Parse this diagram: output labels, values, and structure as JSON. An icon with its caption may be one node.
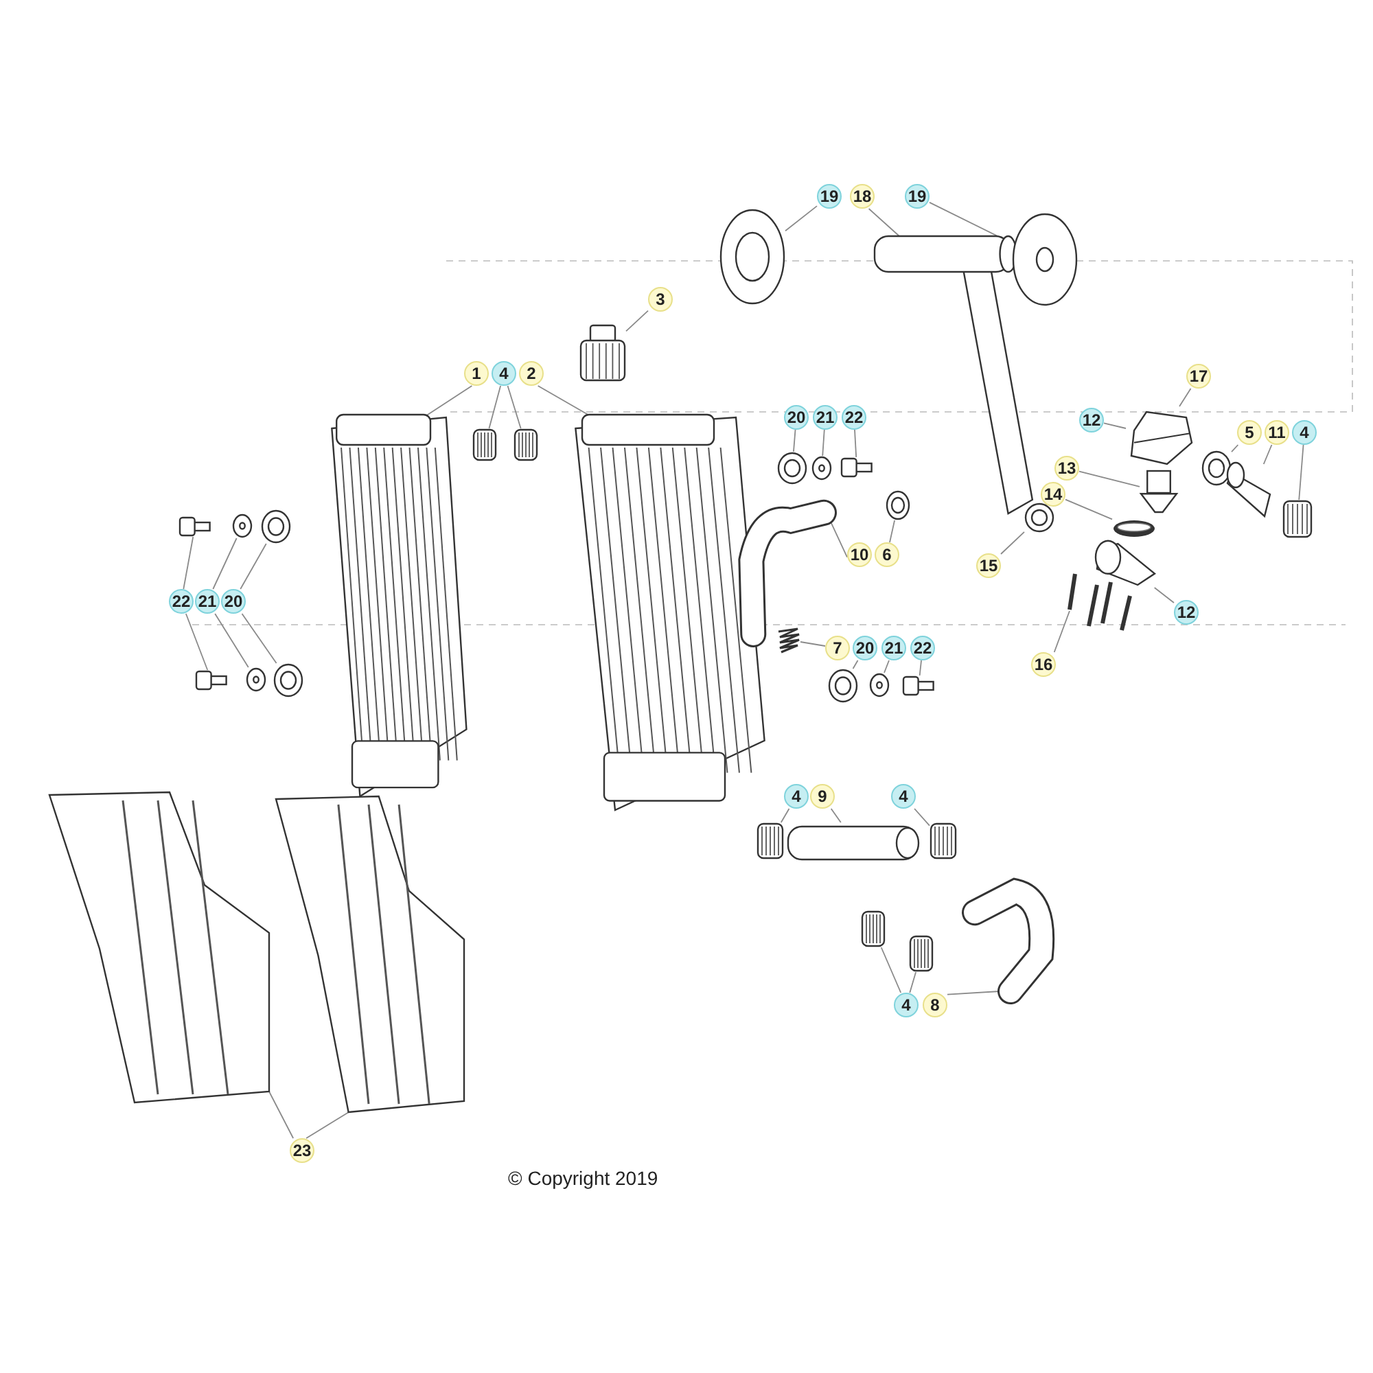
{
  "diagram": {
    "caption": "© Copyright 2019",
    "nodes": [
      {
        "text": [
          "19"
        ]
      },
      {
        "text": [
          "18"
        ]
      },
      {
        "text": [
          "19"
        ]
      },
      {
        "text": [
          "3"
        ]
      },
      {
        "text": [
          "17"
        ]
      },
      {
        "text": [
          "1"
        ]
      },
      {
        "text": [
          "4"
        ]
      },
      {
        "text": [
          "2"
        ]
      },
      {
        "text": [
          "20"
        ]
      },
      {
        "text": [
          "21"
        ]
      },
      {
        "text": [
          "22"
        ]
      },
      {
        "text": [
          "12"
        ]
      },
      {
        "text": [
          "5"
        ]
      },
      {
        "text": [
          "11"
        ]
      },
      {
        "text": [
          "4"
        ]
      },
      {
        "text": [
          "13"
        ]
      },
      {
        "text": [
          "14"
        ]
      },
      {
        "text": [
          "10"
        ]
      },
      {
        "text": [
          "6"
        ]
      },
      {
        "text": [
          "15"
        ]
      },
      {
        "text": [
          "12"
        ]
      },
      {
        "text": [
          "22"
        ]
      },
      {
        "text": [
          "21"
        ]
      },
      {
        "text": [
          "20"
        ]
      },
      {
        "text": [
          "16"
        ]
      },
      {
        "text": [
          "7"
        ]
      },
      {
        "text": [
          "20"
        ]
      },
      {
        "text": [
          "21"
        ]
      },
      {
        "text": [
          "22"
        ]
      },
      {
        "text": [
          "4"
        ]
      },
      {
        "text": [
          "9"
        ]
      },
      {
        "text": [
          "4"
        ]
      },
      {
        "text": [
          "4"
        ]
      },
      {
        "text": [
          "8"
        ]
      },
      {
        "text": [
          "23"
        ]
      },
      {
        "text": [],
        "shape": "picture"
      },
      {
        "text": [],
        "shape": "picture"
      },
      {
        "text": [],
        "shape": "picture"
      },
      {
        "text": [],
        "shape": "picture"
      },
      {
        "text": [],
        "shape": "picture"
      },
      {
        "text": [],
        "shape": "picture"
      },
      {
        "text": [],
        "shape": "picture"
      },
      {
        "text": [],
        "shape": "picture"
      },
      {
        "text": [],
        "shape": "picture"
      },
      {
        "text": [],
        "shape": "picture"
      },
      {
        "text": [],
        "shape": "picture"
      },
      {
        "text": [],
        "shape": "picture"
      },
      {
        "text": [],
        "shape": "picture"
      },
      {
        "text": [],
        "shape": "picture"
      },
      {
        "text": [],
        "shape": "picture"
      },
      {
        "text": [],
        "shape": "picture"
      },
      {
        "text": [],
        "shape": "picture"
      },
      {
        "text": [],
        "shape": "picture"
      },
      {
        "text": [],
        "shape": "picture"
      },
      {
        "text": [],
        "shape": "picture"
      },
      {
        "text": [],
        "shape": "picture"
      },
      {
        "text": [],
        "shape": "picture"
      },
      {
        "text": [],
        "shape": "picture"
      },
      {
        "text": [],
        "shape": "picture"
      },
      {
        "text": [],
        "shape": "picture"
      },
      {
        "text": [],
        "shape": "picture"
      },
      {
        "text": [],
        "shape": "picture"
      },
      {
        "text": [],
        "shape": "picture"
      },
      {
        "text": [],
        "shape": "picture"
      },
      {
        "text": [],
        "shape": "picture"
      },
      {
        "text": [],
        "shape": "picture"
      },
      {
        "text": [],
        "shape": "picture"
      },
      {
        "text": [],
        "shape": "picture"
      },
      {
        "text": [],
        "shape": "picture"
      },
      {
        "text": [],
        "shape": "picture"
      },
      {
        "text": [],
        "shape": "picture"
      },
      {
        "text": [],
        "shape": "picture"
      },
      {
        "text": [],
        "shape": "picture"
      },
      {
        "text": [],
        "shape": "picture"
      },
      {
        "text": [],
        "shape": "picture"
      }
    ],
    "edges": [
      {
        "from": 0,
        "to": 35,
        "arrow": "none"
      },
      {
        "from": 1,
        "to": 36,
        "arrow": "none"
      },
      {
        "from": 2,
        "to": 37,
        "arrow": "none"
      },
      {
        "from": 3,
        "to": 38,
        "arrow": "none"
      },
      {
        "from": 4,
        "to": 46,
        "arrow": "none"
      },
      {
        "from": 5,
        "to": 39,
        "arrow": "none"
      },
      {
        "from": 6,
        "to": 41,
        "arrow": "none"
      },
      {
        "from": 6,
        "to": 42,
        "arrow": "none"
      },
      {
        "from": 7,
        "to": 40,
        "arrow": "none"
      },
      {
        "from": 8,
        "to": 43,
        "arrow": "none"
      },
      {
        "from": 9,
        "to": 44,
        "arrow": "none"
      },
      {
        "from": 10,
        "to": 45,
        "arrow": "none"
      },
      {
        "from": 11,
        "to": 46,
        "arrow": "none"
      },
      {
        "from": 12,
        "to": 52,
        "arrow": "none"
      },
      {
        "from": 13,
        "to": 53,
        "arrow": "none"
      },
      {
        "from": 14,
        "to": 54,
        "arrow": "none"
      },
      {
        "from": 15,
        "to": 47,
        "arrow": "none"
      },
      {
        "from": 16,
        "to": 48,
        "arrow": "none"
      },
      {
        "from": 17,
        "to": 55,
        "arrow": "none"
      },
      {
        "from": 18,
        "to": 56,
        "arrow": "none"
      },
      {
        "from": 19,
        "to": 51,
        "arrow": "none"
      },
      {
        "from": 20,
        "to": 49,
        "arrow": "none"
      },
      {
        "from": 21,
        "to": 57,
        "arrow": "none"
      },
      {
        "from": 21,
        "to": 64,
        "arrow": "none"
      },
      {
        "from": 22,
        "to": 58,
        "arrow": "none"
      },
      {
        "from": 22,
        "to": 65,
        "arrow": "none"
      },
      {
        "from": 23,
        "to": 59,
        "arrow": "none"
      },
      {
        "from": 23,
        "to": 66,
        "arrow": "none"
      },
      {
        "from": 24,
        "to": 50,
        "arrow": "none"
      },
      {
        "from": 25,
        "to": 60,
        "arrow": "none"
      },
      {
        "from": 26,
        "to": 61,
        "arrow": "none"
      },
      {
        "from": 27,
        "to": 62,
        "arrow": "none"
      },
      {
        "from": 28,
        "to": 63,
        "arrow": "none"
      },
      {
        "from": 29,
        "to": 67,
        "arrow": "none"
      },
      {
        "from": 30,
        "to": 68,
        "arrow": "none"
      },
      {
        "from": 31,
        "to": 69,
        "arrow": "none"
      },
      {
        "from": 32,
        "to": 71,
        "arrow": "none"
      },
      {
        "from": 32,
        "to": 72,
        "arrow": "none"
      },
      {
        "from": 33,
        "to": 70,
        "arrow": "none"
      },
      {
        "from": 34,
        "to": 73,
        "arrow": "none"
      },
      {
        "from": 34,
        "to": 74,
        "arrow": "none"
      }
    ]
  }
}
